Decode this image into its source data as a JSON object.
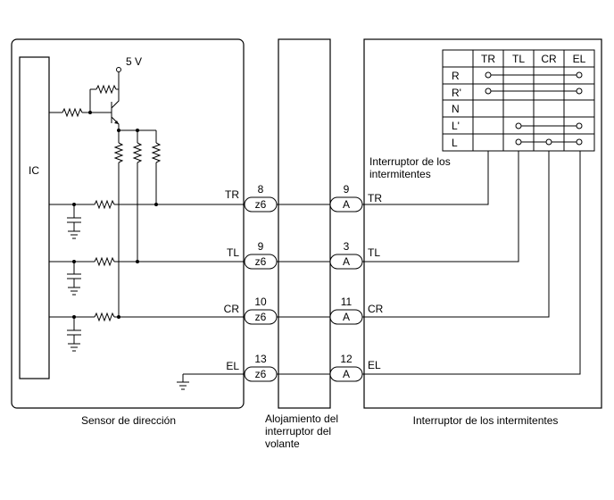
{
  "sensor": {
    "ic_label": "IC",
    "supply_label": "5 V",
    "caption": "Sensor de dirección"
  },
  "housing": {
    "caption_lines": [
      "Alojamiento del",
      "interruptor del",
      "volante"
    ]
  },
  "switch": {
    "caption": "Interruptor de los intermitentes",
    "table_caption_lines": [
      "Interruptor de los",
      "intermitentes"
    ],
    "table_headers": [
      "TR",
      "TL",
      "CR",
      "EL"
    ],
    "table_rows": [
      "R",
      "R'",
      "N",
      "L'",
      "L"
    ]
  },
  "circuits": [
    {
      "name": "TR",
      "sensor_pin": "8",
      "sensor_conn": "z6",
      "switch_pin": "9",
      "switch_conn": "A"
    },
    {
      "name": "TL",
      "sensor_pin": "9",
      "sensor_conn": "z6",
      "switch_pin": "3",
      "switch_conn": "A"
    },
    {
      "name": "CR",
      "sensor_pin": "10",
      "sensor_conn": "z6",
      "switch_pin": "11",
      "switch_conn": "A"
    },
    {
      "name": "EL",
      "sensor_pin": "13",
      "sensor_conn": "z6",
      "switch_pin": "12",
      "switch_conn": "A"
    }
  ]
}
